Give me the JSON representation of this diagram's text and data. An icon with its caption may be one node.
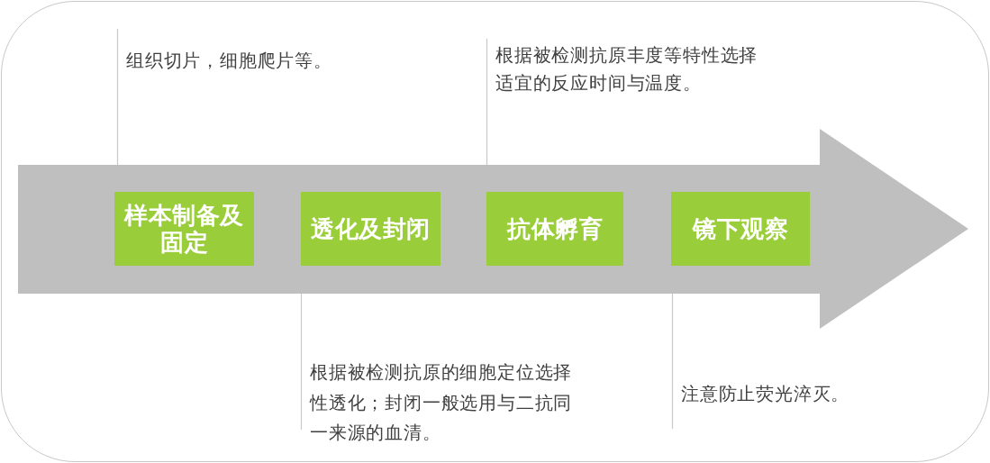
{
  "diagram": {
    "nodes": [
      {
        "text": [
          "组织切片，细胞爬片等。"
        ]
      },
      {
        "text": [
          "根据被检测抗原丰度等特性选择适宜的反应时间与温度。"
        ]
      },
      {
        "text": [],
        "shape": "arrow"
      },
      {
        "text": [
          "样本制备及固定"
        ],
        "in": 2
      },
      {
        "text": [
          "透化及封闭"
        ],
        "in": 2
      },
      {
        "text": [
          "抗体孵育"
        ],
        "in": 2
      },
      {
        "text": [
          "镜下观察"
        ],
        "in": 2
      },
      {
        "text": [
          "根据被检测抗原的细胞定位选择性透化；封闭一般选用与二抗同一来源的血清。"
        ]
      },
      {
        "text": [
          "注意防止荧光淬灭。"
        ]
      }
    ],
    "edges": [
      {
        "from": 0,
        "to": 2,
        "arrow": "none"
      },
      {
        "from": 1,
        "to": 2,
        "arrow": "none"
      },
      {
        "from": 7,
        "to": 2,
        "arrow": "none"
      },
      {
        "from": 8,
        "to": 2,
        "arrow": "none"
      }
    ]
  }
}
